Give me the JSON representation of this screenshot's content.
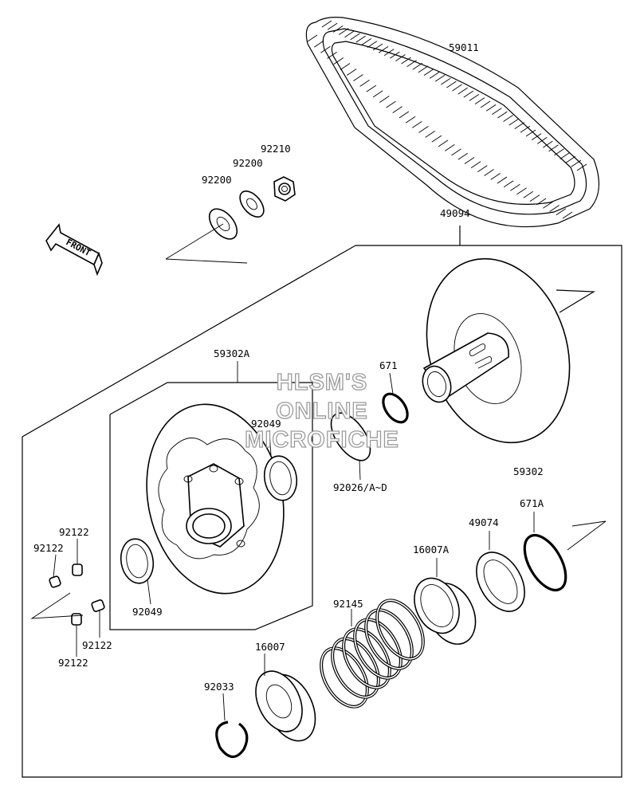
{
  "watermark": {
    "line1": "HLSM'S",
    "line2": "ONLINE",
    "line3": "MICROFICHE"
  },
  "direction_label": "FRONT",
  "part_labels": {
    "p59011": "59011",
    "p92210": "92210",
    "p92200a": "92200",
    "p92200b": "92200",
    "p49094": "49094",
    "p59302A": "59302A",
    "p671": "671",
    "p92049a": "92049",
    "p92026": "92026/A~D",
    "p59302": "59302",
    "p671A": "671A",
    "p49074": "49074",
    "p16007A": "16007A",
    "p92145": "92145",
    "p92049b": "92049",
    "p92122a": "92122",
    "p92122b": "92122",
    "p92122c": "92122",
    "p92122d": "92122",
    "p16007": "16007",
    "p92033": "92033"
  },
  "icons": {
    "belt": "drive-belt-icon",
    "arrow": "front-arrow-icon",
    "sheave": "driven-sheave-icon",
    "spring": "coil-spring-icon"
  }
}
